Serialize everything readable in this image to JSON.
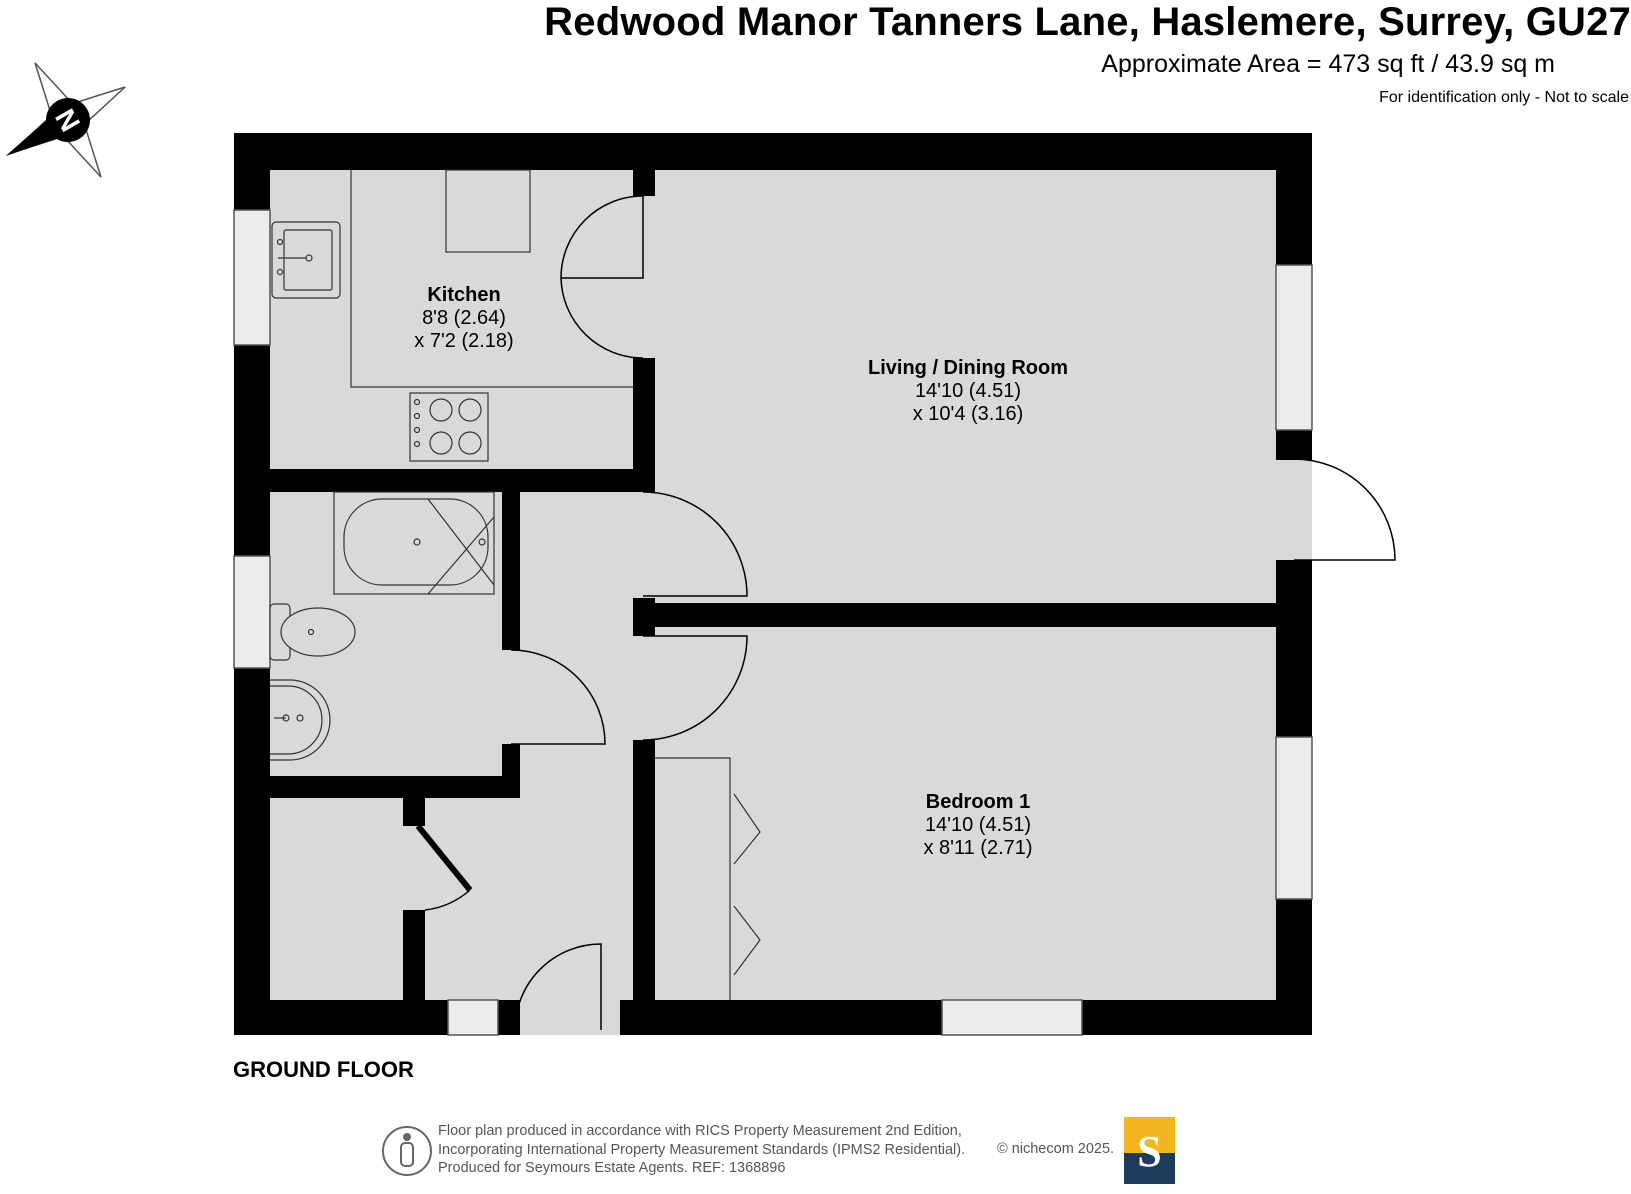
{
  "header": {
    "title": "Redwood Manor Tanners Lane, Haslemere, Surrey, GU27",
    "area": "Approximate Area = 473 sq ft / 43.9 sq m",
    "note": "For identification only - Not to scale"
  },
  "compass": {
    "letter": "N",
    "icon": "compass-north-icon"
  },
  "rooms": {
    "kitchen": {
      "name": "Kitchen",
      "dim1": "8'8 (2.64)",
      "dim2": "x 7'2 (2.18)"
    },
    "living": {
      "name": "Living / Dining Room",
      "dim1": "14'10 (4.51)",
      "dim2": "x 10'4 (3.16)"
    },
    "bedroom": {
      "name": "Bedroom 1",
      "dim1": "14'10 (4.51)",
      "dim2": "x 8'11 (2.71)"
    }
  },
  "floor_label": "GROUND FLOOR",
  "footer": {
    "line1": "Floor plan produced in accordance with RICS Property Measurement 2nd Edition,",
    "line2": "Incorporating International Property Measurement Standards (IPMS2 Residential).",
    "line3": "Produced for Seymours Estate Agents.   REF: 1368896",
    "copyright": "© nichecom 2025.",
    "logo_letter": "S"
  },
  "colors": {
    "wall": "#000000",
    "floor": "#d9d9d9",
    "logo_navy": "#1c3b5a",
    "logo_yellow": "#f3b61f"
  }
}
